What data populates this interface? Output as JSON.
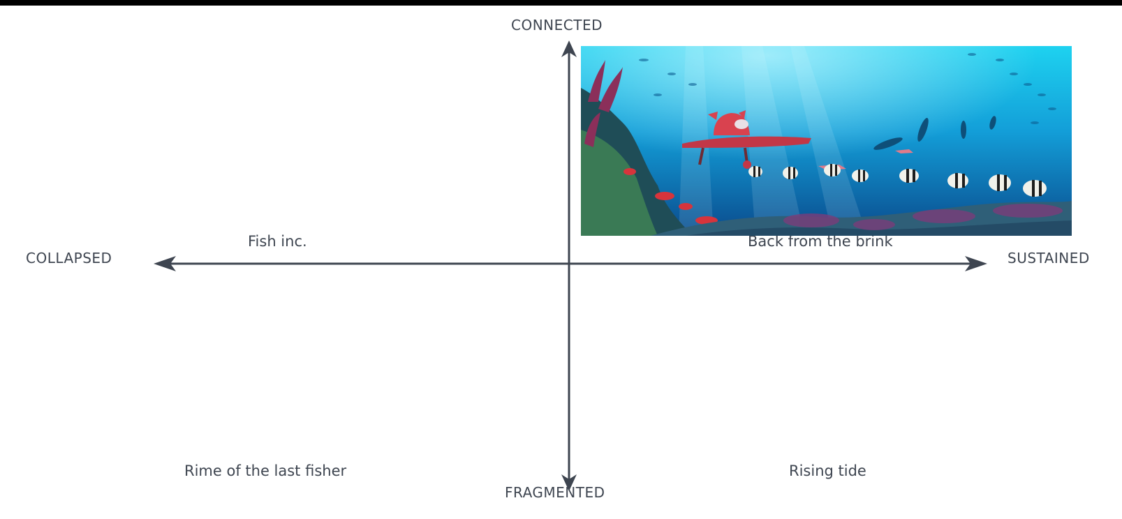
{
  "axes": {
    "top": "CONNECTED",
    "bottom": "FRAGMENTED",
    "left": "COLLAPSED",
    "right": "SUSTAINED"
  },
  "quadrants": {
    "top_left": "Fish inc.",
    "top_right": "Back from the brink",
    "bottom_left": "Rime of the last fisher",
    "bottom_right": "Rising tide"
  },
  "colors": {
    "axis": "#3e4550",
    "background": "#ffffff",
    "outer_border": "#000000",
    "water_top": "#1ed2f0",
    "water_bottom": "#0a4a8c"
  },
  "illustration": {
    "subject": "underwater coral reef with a red submarine vehicle, divers and banded fish"
  }
}
